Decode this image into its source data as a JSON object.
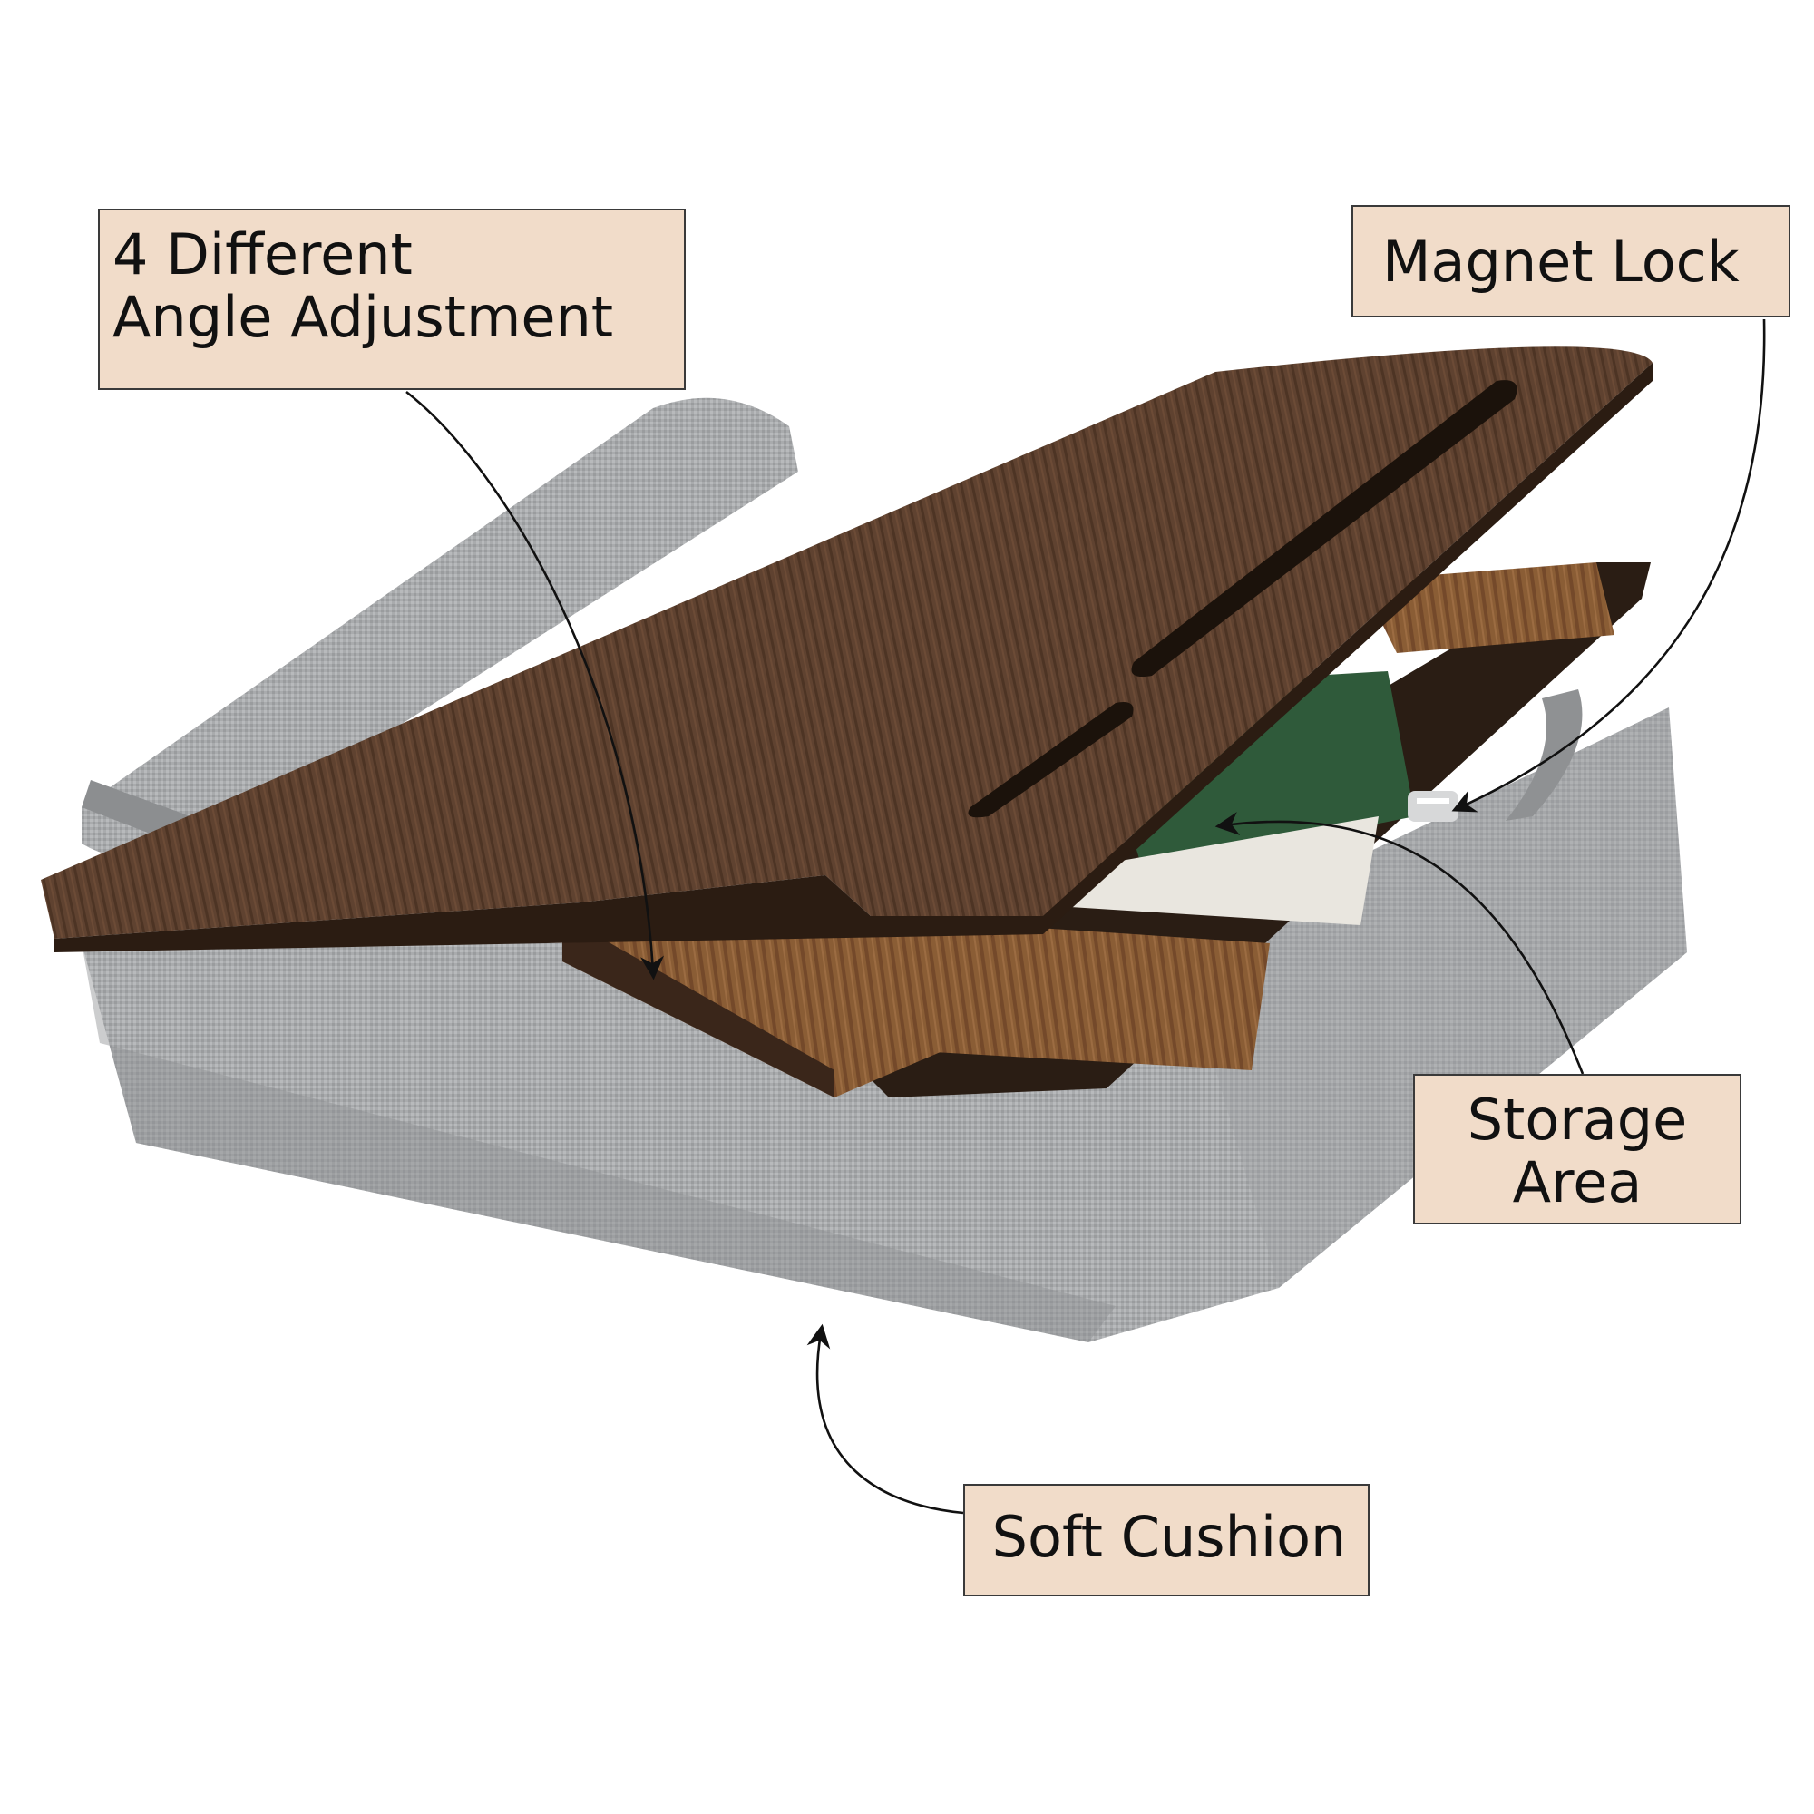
{
  "labels": {
    "angle": {
      "line1": "4 Different",
      "line2": "Angle Adjustment"
    },
    "magnet": {
      "text": "Magnet Lock"
    },
    "storage": {
      "line1": "Storage",
      "line2": "Area"
    },
    "cushion": {
      "text": "Soft Cushion"
    }
  },
  "colors": {
    "label_bg": "#f1dcc9",
    "label_border": "#3a3a3a",
    "wood_dark": "#5a3d29",
    "wood_light": "#8a5d35",
    "fabric_gray": "#a9abad",
    "arrow": "#111111"
  }
}
